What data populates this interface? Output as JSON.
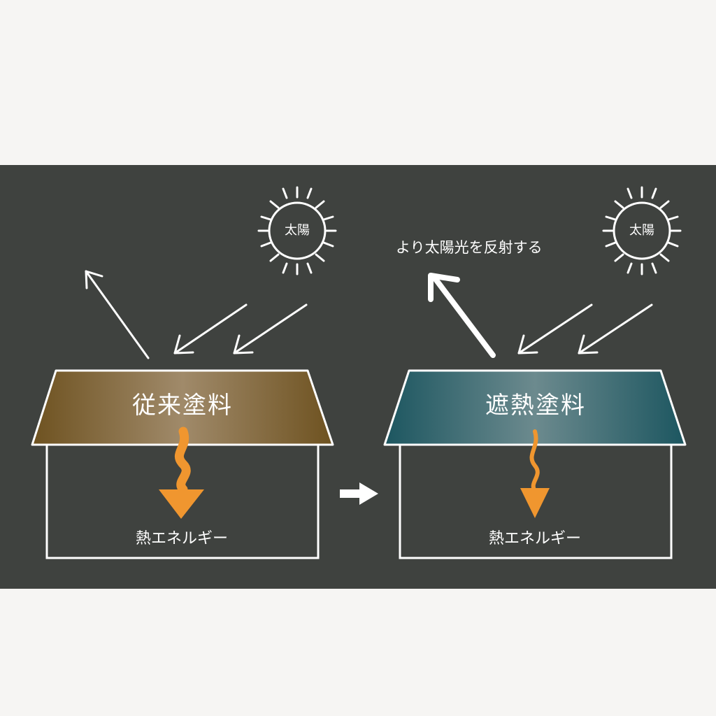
{
  "left": {
    "sun_label": "太陽",
    "roof_label": "従来塗料",
    "heat_label": "熱エネルギー",
    "roof_color": "#7a5a23"
  },
  "right": {
    "sun_label": "太陽",
    "roof_label": "遮熱塗料",
    "heat_label": "熱エネルギー",
    "reflect_label": "より太陽光を反射する",
    "roof_color": "#1f5b66"
  },
  "colors": {
    "panel": "#3f423f",
    "line": "#ffffff",
    "heat_arrow": "#f0962f"
  }
}
